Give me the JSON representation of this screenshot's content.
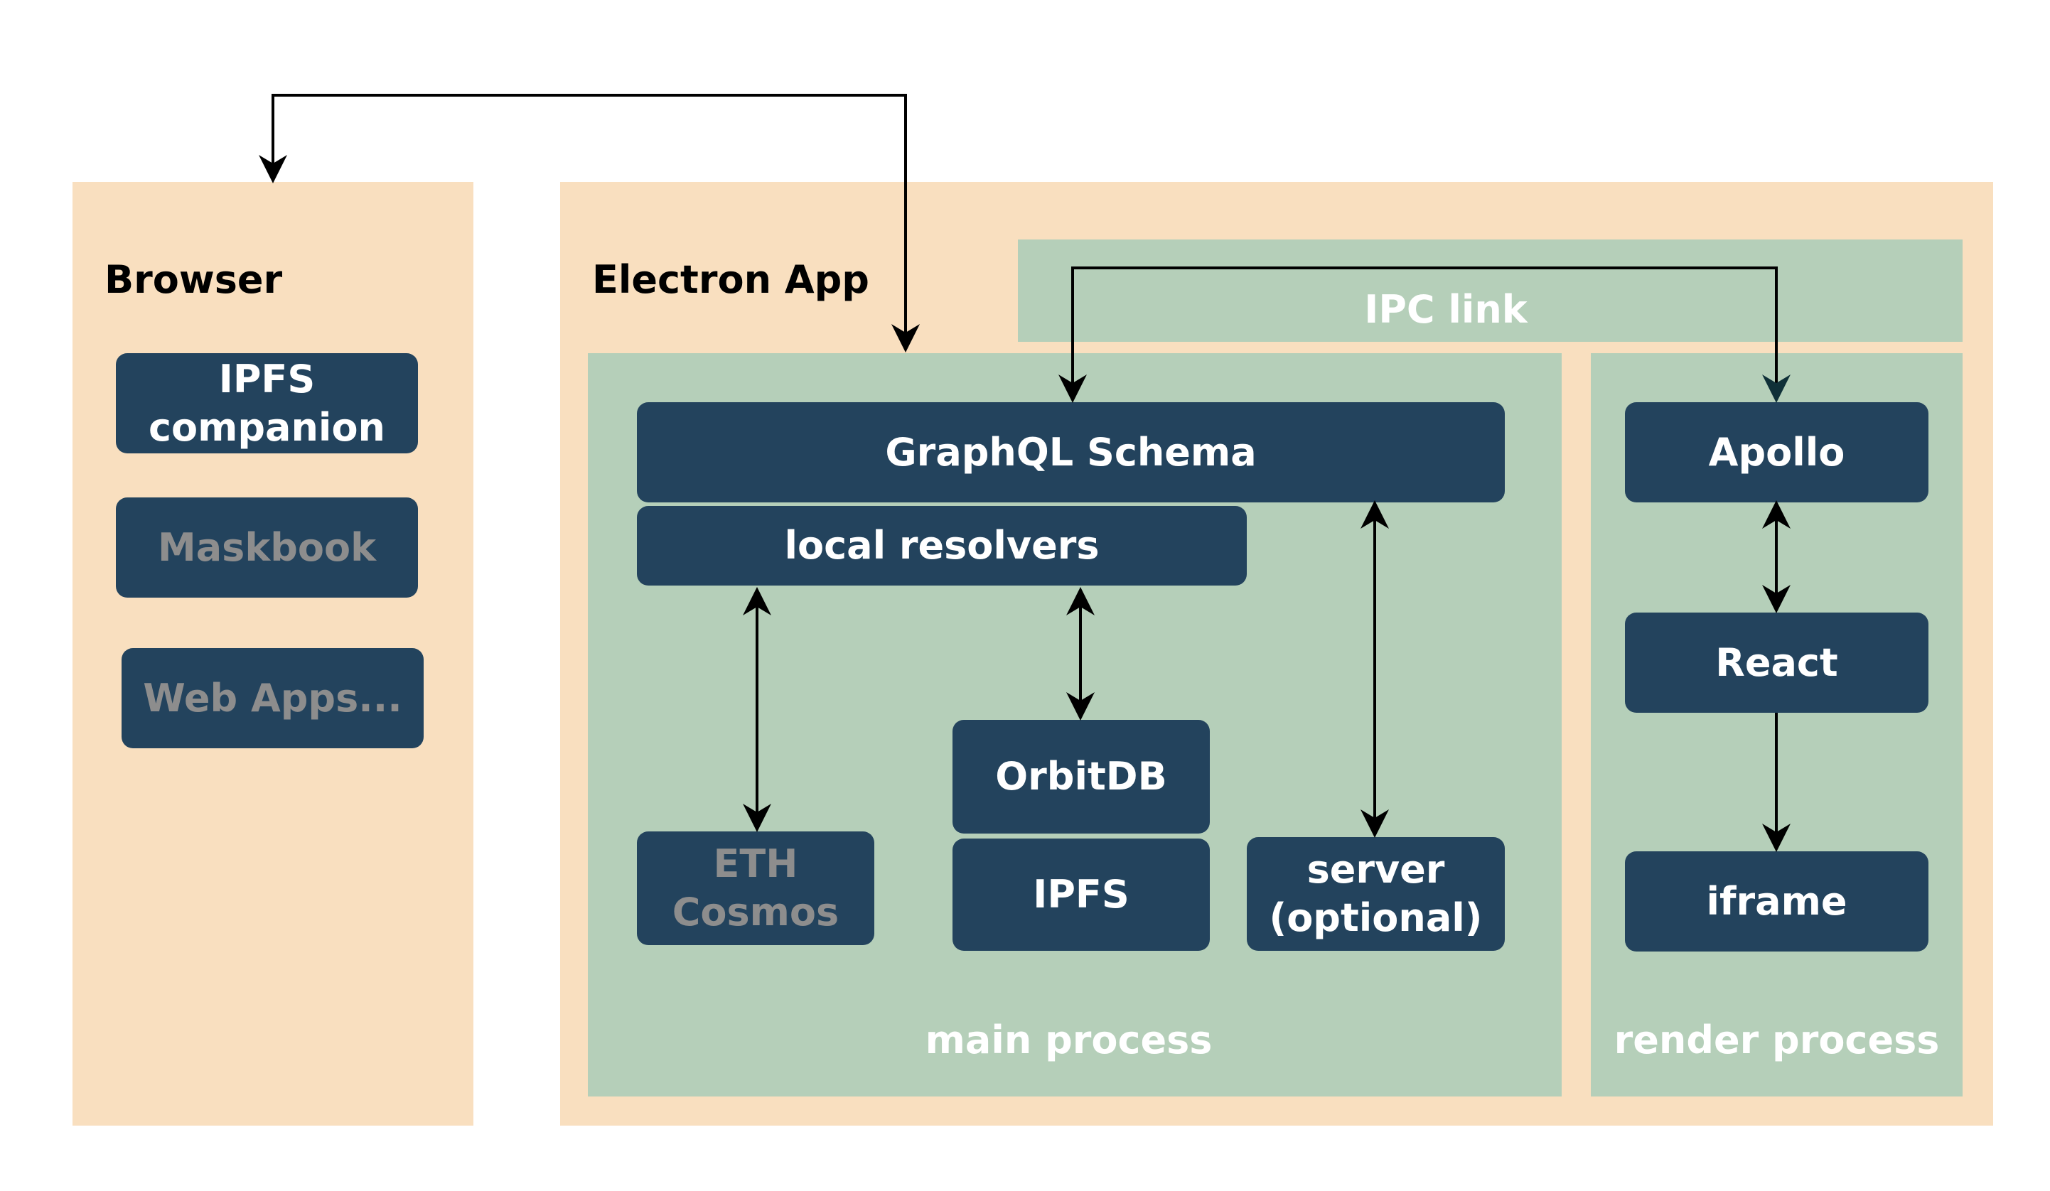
{
  "browser": {
    "title": "Browser",
    "items": [
      {
        "line1": "IPFS",
        "line2": "companion"
      },
      {
        "label": "Maskbook"
      },
      {
        "label": "Web Apps..."
      }
    ]
  },
  "electron": {
    "title": "Electron App",
    "ipc_label": "IPC link",
    "main": {
      "label": "main process",
      "graphql": "GraphQL Schema",
      "resolvers": "local resolvers",
      "chains": {
        "line1": "ETH",
        "line2": "Cosmos"
      },
      "orbitdb": "OrbitDB",
      "ipfs": "IPFS",
      "server": {
        "line1": "server",
        "line2": "(optional)"
      }
    },
    "render": {
      "label": "render process",
      "apollo": "Apollo",
      "react": "React",
      "iframe": "iframe"
    }
  },
  "colors": {
    "panel": "#f9dfbf",
    "zone": "#b5cfb9",
    "box": "#23435d",
    "box_text": "#ffffff",
    "dim_text": "#8d8d8d",
    "wire": "#000000"
  }
}
